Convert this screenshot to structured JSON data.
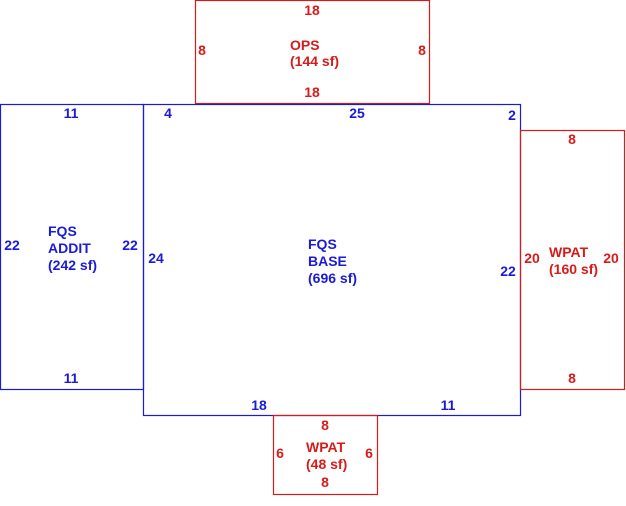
{
  "colors": {
    "blue": "#1b1bd6",
    "red": "#d61b1b"
  },
  "areas": {
    "ops": {
      "name": "OPS",
      "area": "(144 sf)",
      "dims": {
        "top": "18",
        "inner_bottom": "18",
        "left": "8",
        "right": "8"
      }
    },
    "fqs_addit": {
      "name_line1": "FQS",
      "name_line2": "ADDIT",
      "area": "(242 sf)",
      "dims": {
        "top": "11",
        "bottom": "11",
        "left": "22",
        "right": "22"
      }
    },
    "fqs_base": {
      "name_line1": "FQS",
      "name_line2": "BASE",
      "area": "(696 sf)",
      "dims": {
        "top_left": "4",
        "top": "25",
        "top_right": "2",
        "left": "24",
        "right": "22",
        "bottom_left": "18",
        "bottom_right": "11"
      }
    },
    "wpat_right": {
      "name": "WPAT",
      "area": "(160 sf)",
      "dims": {
        "top": "8",
        "bottom": "8",
        "left": "20",
        "right": "20"
      }
    },
    "wpat_bottom": {
      "name": "WPAT",
      "area": "(48 sf)",
      "dims": {
        "top": "8",
        "bottom": "8",
        "left": "6",
        "right": "6"
      }
    }
  }
}
